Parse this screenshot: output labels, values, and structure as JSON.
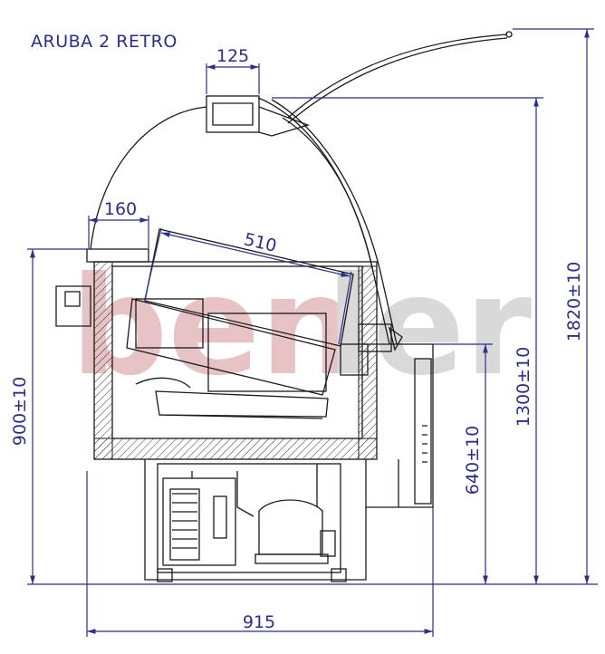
{
  "title": "ARUBA 2 RETRO",
  "watermark": {
    "part1": "ben",
    "part2": "ler"
  },
  "dimensions": {
    "top_rail_width": "125",
    "worktop_width": "160",
    "tray_width": "510",
    "total_depth": "915",
    "worktop_height": "900±10",
    "rear_shelf_height": "640±10",
    "display_height": "1300±10",
    "total_height": "1820±10"
  },
  "colors": {
    "dimension": "#2b2e8f",
    "outline": "#1a1a1a",
    "watermark_red": "#e8c3c6",
    "watermark_grey": "#d9d9d9"
  }
}
